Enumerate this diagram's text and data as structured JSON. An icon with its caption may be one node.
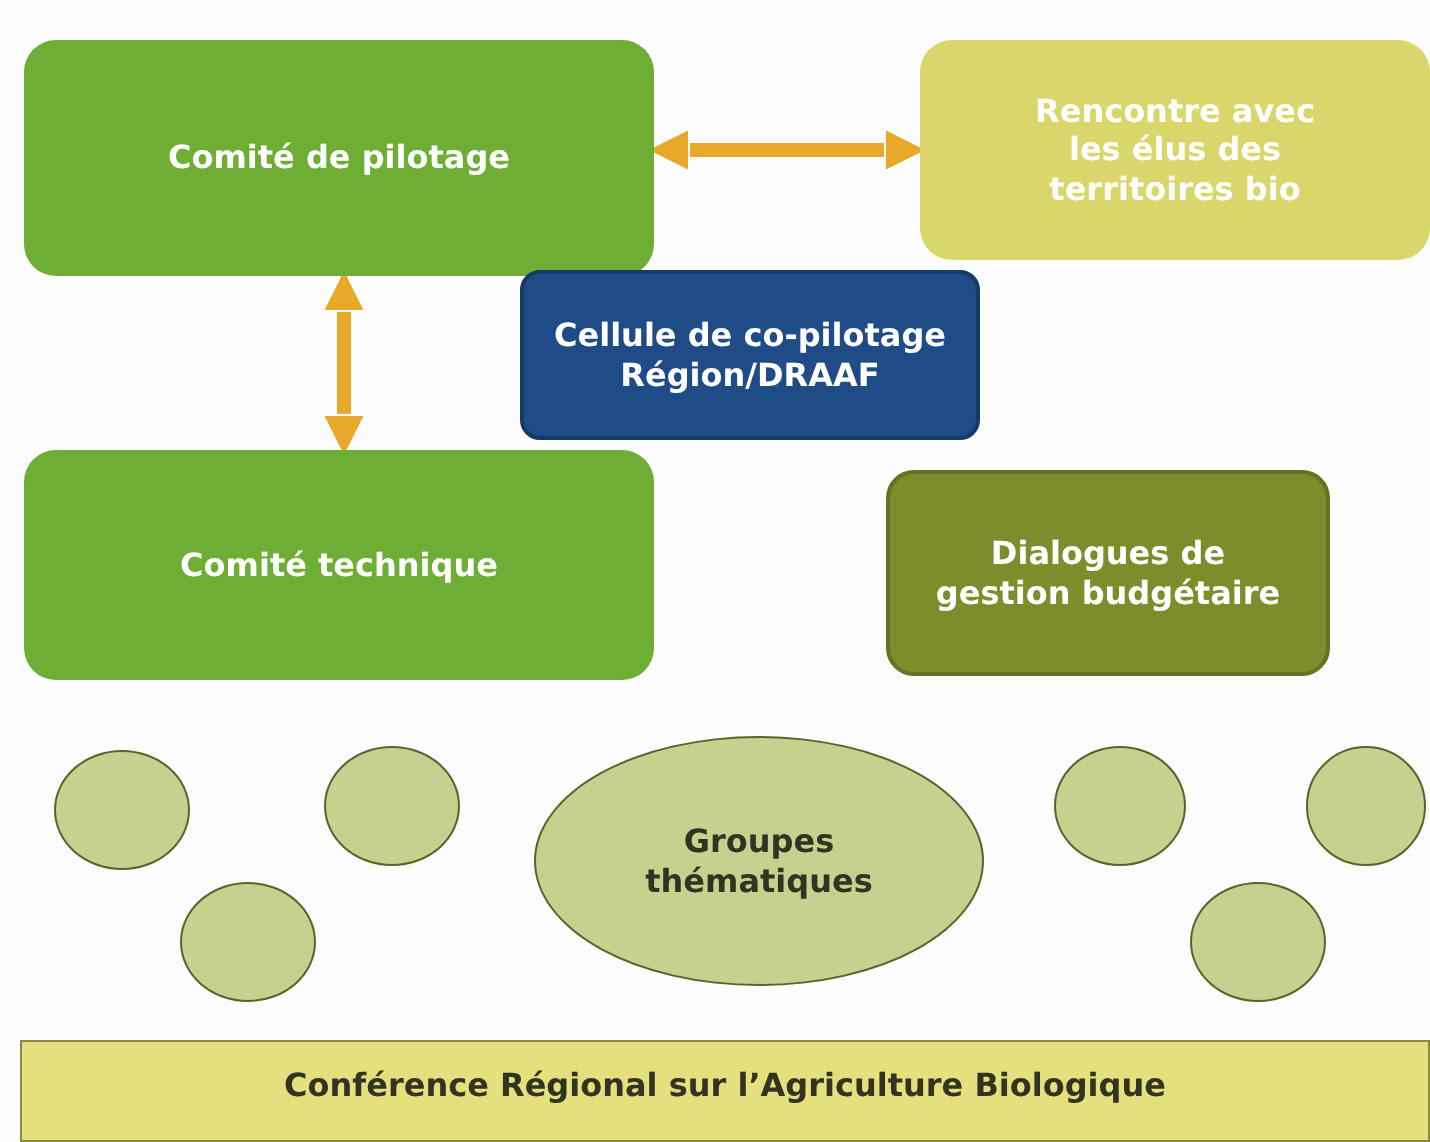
{
  "diagram": {
    "nodes": [
      {
        "text": [
          "Comité de pilotage"
        ]
      },
      {
        "text": [
          "Rencontre avec les élus des territoires bio"
        ]
      },
      {
        "text": [
          "Cellule de co-pilotage Région/DRAAF"
        ]
      },
      {
        "text": [
          "Comité technique"
        ]
      },
      {
        "text": [
          "Dialogues de gestion budgétaire"
        ]
      },
      {
        "text": [],
        "shape": "circle"
      },
      {
        "text": [],
        "shape": "circle"
      },
      {
        "text": [],
        "shape": "circle"
      },
      {
        "text": [
          "Groupes thématiques"
        ]
      },
      {
        "text": [],
        "shape": "circle"
      },
      {
        "text": [],
        "shape": "circle"
      },
      {
        "text": [],
        "shape": "circle"
      },
      {
        "text": [
          "Conférence Régional sur l’Agriculture Biologique"
        ]
      }
    ],
    "edges": [
      {
        "from": 0,
        "to": 1,
        "arrow": "both"
      },
      {
        "from": 3,
        "to": 0,
        "arrow": "both"
      }
    ]
  }
}
